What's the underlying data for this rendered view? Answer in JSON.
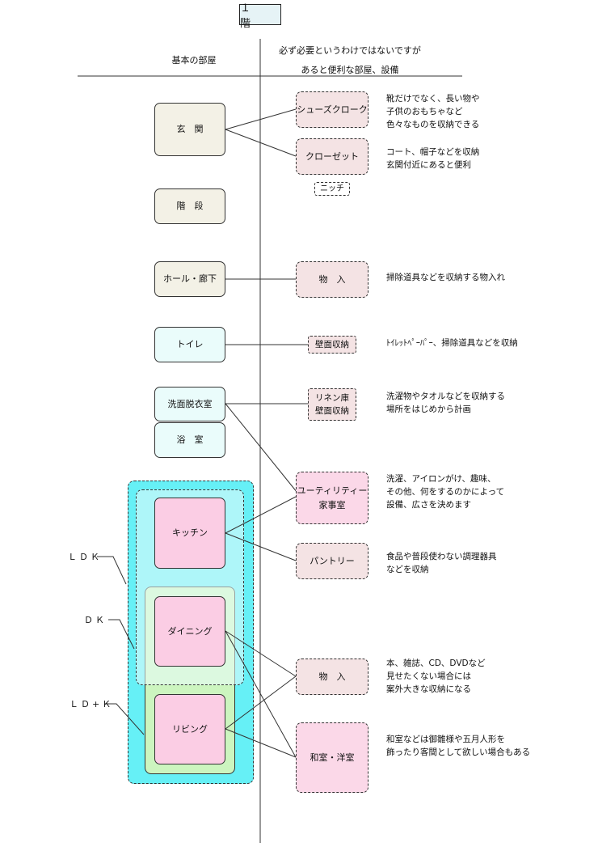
{
  "title": "１　階",
  "headers": {
    "basic_rooms": "基本の部屋",
    "optional_line1": "必ず必要というわけではないですが",
    "optional_line2": "あると便利な部屋、設備"
  },
  "rooms": {
    "genkan": "玄　関",
    "kaidan": "階　段",
    "hall": "ホール・廊下",
    "toilet": "トイレ",
    "senmen": "洗面脱衣室",
    "yokushitsu": "浴　室",
    "kitchen": "キッチン",
    "dining": "ダイニング",
    "living": "リビング"
  },
  "options": {
    "shoes_cloak": "シューズクローク",
    "closet": "クローゼット",
    "niche": "ニッチ",
    "mono_hall": "物　入",
    "wall_toilet": "壁面収納",
    "linen_1": "リネン庫",
    "linen_2": "壁面収納",
    "utility_1": "ユーティリティー",
    "utility_2": "家事室",
    "pantry": "パントリー",
    "mono_dining": "物　入",
    "washitsu": "和室・洋室"
  },
  "notes": {
    "shoes_1": "靴だけでなく、長い物や",
    "shoes_2": "子供のおもちゃなど",
    "shoes_3": "色々なものを収納できる",
    "closet_1": "コート、帽子などを収納",
    "closet_2": "玄関付近にあると便利",
    "hall_1": "掃除道具などを収納する物入れ",
    "toilet_1": "ﾄｲﾚｯﾄﾍﾟｰﾊﾟｰ、掃除道具などを収納",
    "linen_1": "洗濯物やタオルなどを収納する",
    "linen_2": "場所をはじめから計画",
    "utility_1": "洗濯、アイロンがけ、趣味、",
    "utility_2": "その他、何をするのかによって",
    "utility_3": "設備、広さを決めます",
    "pantry_1": "食品や普段使わない調理器具",
    "pantry_2": "などを収納",
    "mono_1": "本、雑誌、CD、DVDなど",
    "mono_2": "見せたくない場合には",
    "mono_3": "案外大きな収納になる",
    "washitsu_1": "和室などは御雛様や五月人形を",
    "washitsu_2": "飾ったり客間として欲しい場合もある"
  },
  "groups": {
    "ldk": "ＬＤＫ",
    "dk": "ＤＫ",
    "ld_k": "ＬＤ+Ｋ"
  },
  "colors": {
    "ldk_fill": "#66f0f6",
    "ld_k_fill": "#ccf5bf",
    "dk_fill": "#eafcfb",
    "kdl_fill": "#fbcde4",
    "option_fill": "#f4e3e4",
    "utility_fill": "#fbd8e8",
    "basic_fill": "#f3f1e6",
    "toilet_fill": "#eafcfb"
  }
}
